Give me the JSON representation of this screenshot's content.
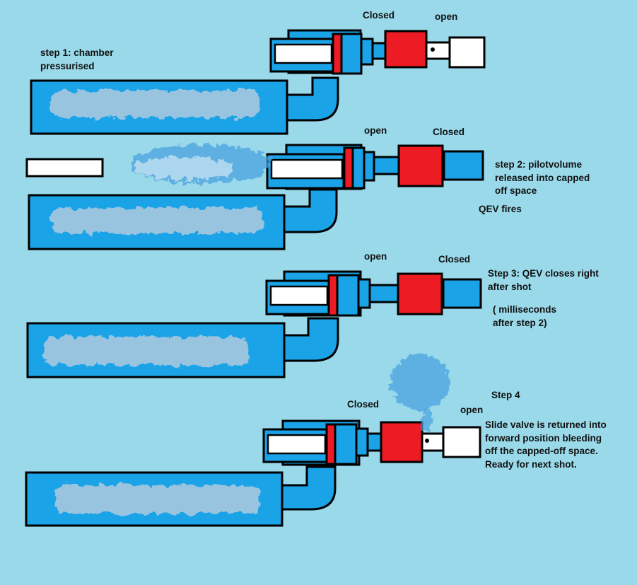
{
  "colors": {
    "background": "#99d9ea",
    "chamber_fill": "#1ba3e8",
    "valve_red": "#ed1c24",
    "outline": "#000000",
    "open_cap_fill": "#ffffff",
    "cloud": "#a6c8e0"
  },
  "step1": {
    "caption_lines": [
      "step 1: chamber",
      "pressurised"
    ],
    "valve_left_label": "Closed",
    "valve_right_label": "open"
  },
  "step2": {
    "caption_lines": [
      "step 2: pilotvolume",
      "released into capped",
      "off space"
    ],
    "extra_label": "QEV fires",
    "valve_left_label": "open",
    "valve_right_label": "Closed"
  },
  "step3": {
    "caption_lines": [
      "Step 3: QEV closes right",
      "after shot"
    ],
    "sub_caption_lines": [
      "( milliseconds",
      "after step 2)"
    ],
    "valve_left_label": "open",
    "valve_right_label": "Closed"
  },
  "step4": {
    "title": "Step 4",
    "caption_lines": [
      "Slide valve is returned into",
      "forward position bleeding",
      "off the capped-off space.",
      "Ready for next shot."
    ],
    "valve_left_label": "Closed",
    "valve_right_label": "open"
  }
}
